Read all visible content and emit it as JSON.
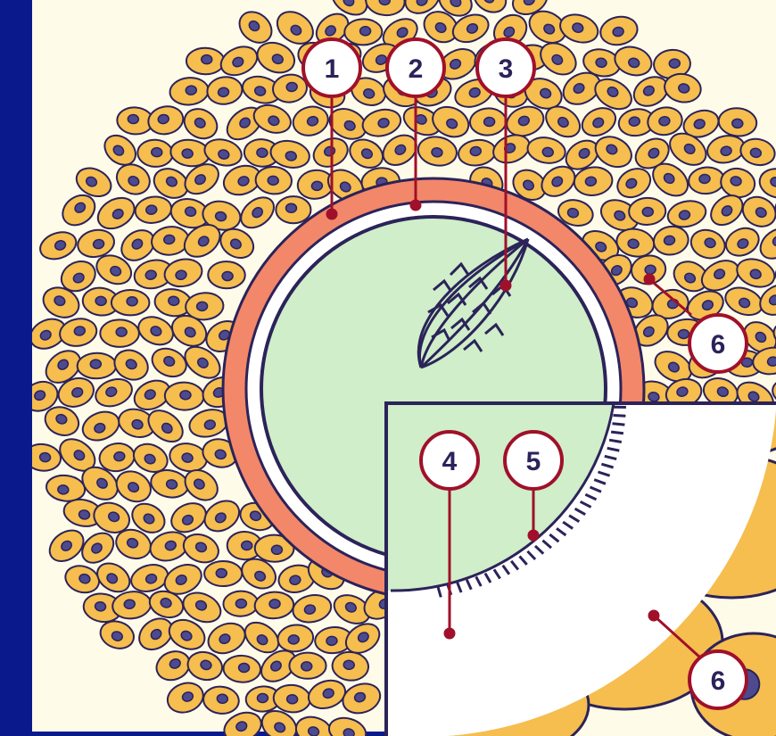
{
  "labels": [
    {
      "id": "1",
      "text": "1"
    },
    {
      "id": "2",
      "text": "2"
    },
    {
      "id": "3",
      "text": "3"
    },
    {
      "id": "4",
      "text": "4"
    },
    {
      "id": "5",
      "text": "5"
    },
    {
      "id": "6a",
      "text": "6"
    },
    {
      "id": "6b",
      "text": "6"
    }
  ],
  "colors": {
    "frame_border": "#0a1a8c",
    "background": "#fffbe9",
    "cell_fill": "#f6bd4f",
    "cell_stroke": "#2b2359",
    "nucleus": "#4d4a8f",
    "zona_ring": "#f2876a",
    "membrane_white": "#ffffff",
    "oocyte": "#cfeec9",
    "leader_line": "#a0102a",
    "label_ring": "#a0102a",
    "label_text": "#2b2359"
  }
}
